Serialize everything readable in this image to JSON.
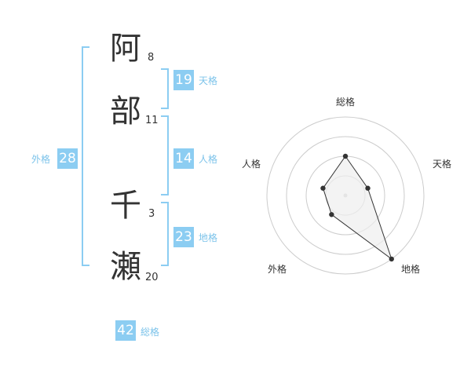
{
  "name": {
    "chars": [
      {
        "char": "阿",
        "strokes": "8"
      },
      {
        "char": "部",
        "strokes": "11"
      },
      {
        "char": "千",
        "strokes": "3"
      },
      {
        "char": "瀬",
        "strokes": "20"
      }
    ]
  },
  "kaku": {
    "tenkaku": {
      "value": "19",
      "label": "天格"
    },
    "jinkaku": {
      "value": "14",
      "label": "人格"
    },
    "chikaku": {
      "value": "23",
      "label": "地格"
    },
    "gaikaku": {
      "value": "28",
      "label": "外格"
    },
    "soukaku": {
      "value": "42",
      "label": "総格"
    }
  },
  "colors": {
    "accent": "#8ccdf2",
    "label": "#7cc3ea",
    "text": "#333333",
    "ring": "#cccccc",
    "fill": "#eeeeee"
  },
  "chart_data": {
    "type": "radar",
    "axes": [
      "総格",
      "天格",
      "地格",
      "外格",
      "人格"
    ],
    "values": [
      0.5,
      0.3,
      1.0,
      0.3,
      0.3
    ],
    "max": 1.0,
    "rings": 4
  }
}
